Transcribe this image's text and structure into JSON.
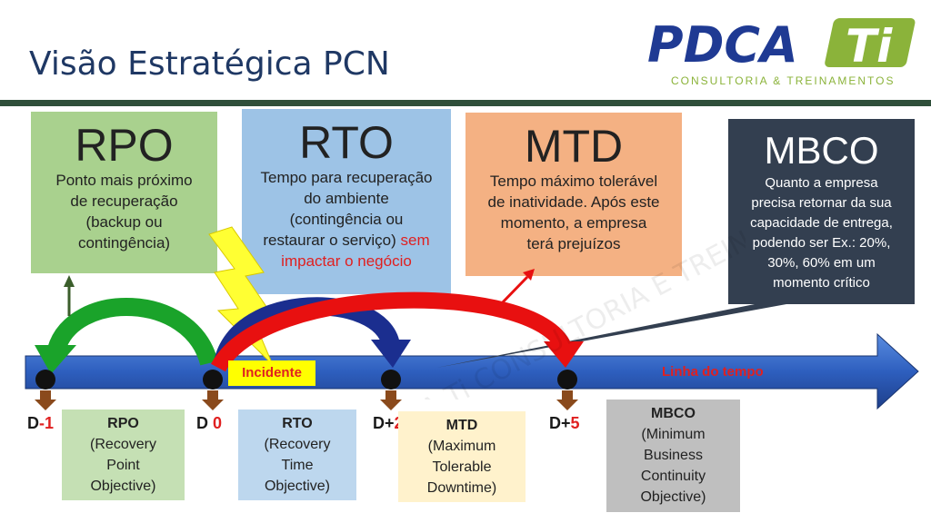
{
  "title": "Visão Estratégica PCN",
  "logo": {
    "main_left": "PDCA",
    "main_right": "Ti",
    "subtitle": "CONSULTORIA & TREINAMENTOS",
    "watermark": "PDCA Ti CONSULTORIA E TREINAMENTOS"
  },
  "colors": {
    "title": "#1f3864",
    "rpo": "#a9d18e",
    "rto": "#9dc3e6",
    "mtd": "#f4b183",
    "mbco": "#333f50",
    "timeline": "#2e5fbf",
    "accent_red": "#e02020",
    "logo_blue": "#1f3a93",
    "logo_green": "#8bb33a"
  },
  "top_boxes": {
    "rpo": {
      "title": "RPO",
      "lines": [
        "Ponto mais próximo",
        "de recuperação",
        "(backup ou",
        "contingência)"
      ]
    },
    "rto": {
      "title": "RTO",
      "lines": [
        "Tempo para recuperação",
        "do ambiente",
        "(contingência ou",
        "restaurar o serviço)"
      ],
      "highlight_1": "sem",
      "highlight_2": "impactar o negócio"
    },
    "mtd": {
      "title": "MTD",
      "lines": [
        "Tempo máximo tolerável",
        "de inatividade. Após este",
        "momento, a empresa",
        "terá prejuízos"
      ]
    },
    "mbco": {
      "title": "MBCO",
      "lines": [
        "Quanto a empresa",
        "precisa retornar da sua",
        "capacidade de entrega,",
        "podendo ser Ex.: 20%,",
        "30%, 60% em um",
        "momento crítico"
      ]
    }
  },
  "timeline": {
    "label": "Linha do tempo",
    "incident": "Incidente",
    "markers": [
      {
        "prefix": "D",
        "number": "-1"
      },
      {
        "prefix": "D ",
        "number": "0"
      },
      {
        "prefix": "D+",
        "number": "2"
      },
      {
        "prefix": "D+",
        "number": "5"
      }
    ]
  },
  "bottom_boxes": {
    "rpo": {
      "title": "RPO",
      "lines": [
        "(Recovery",
        "Point",
        "Objective)"
      ]
    },
    "rto": {
      "title": "RTO",
      "lines": [
        "(Recovery",
        "Time",
        "Objective)"
      ]
    },
    "mtd": {
      "title": "MTD",
      "lines": [
        "(Maximum",
        "Tolerable",
        "Downtime)"
      ]
    },
    "mbco": {
      "title": "MBCO",
      "lines": [
        "(Minimum",
        "Business",
        "Continuity",
        "Objective)"
      ]
    }
  }
}
